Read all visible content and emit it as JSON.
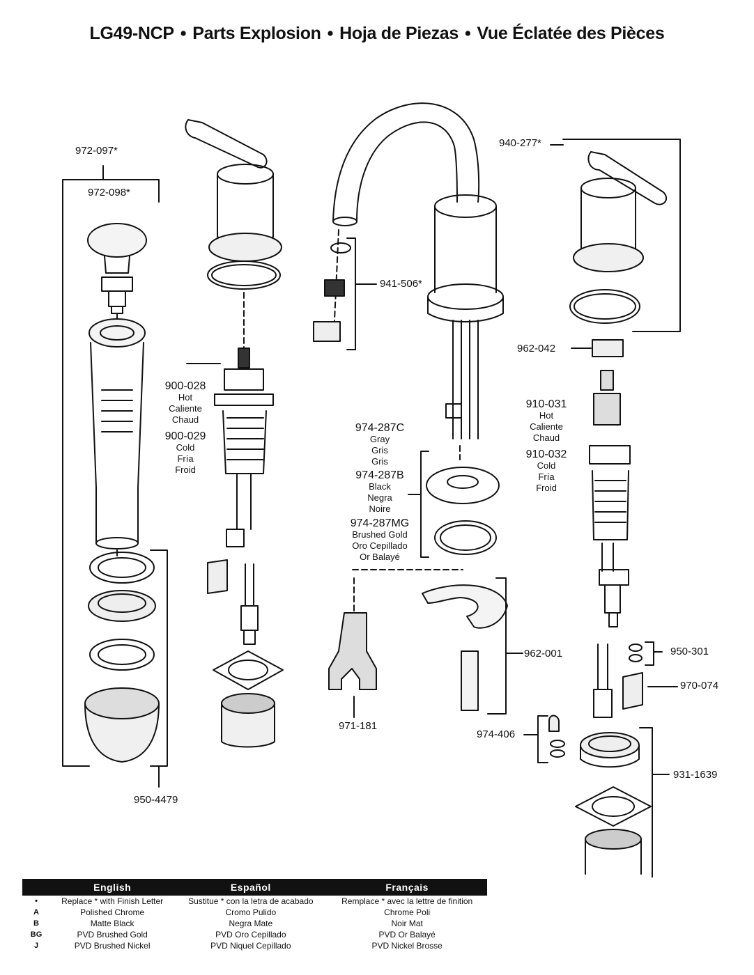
{
  "title": {
    "model": "LG49-NCP",
    "separator": "•",
    "english": "Parts Explosion",
    "spanish": "Hoja de Piezas",
    "french": "Vue Éclatée des Pièces"
  },
  "parts": {
    "p972_097": "972-097*",
    "p972_098": "972-098*",
    "p950_4479": "950-4479",
    "p900_028": {
      "number": "900-028",
      "en": "Hot",
      "es": "Caliente",
      "fr": "Chaud"
    },
    "p900_029": {
      "number": "900-029",
      "en": "Cold",
      "es": "Fría",
      "fr": "Froid"
    },
    "p941_506": "941-506*",
    "p974_287C": {
      "number": "974-287C",
      "en": "Gray",
      "es": "Gris",
      "fr": "Gris"
    },
    "p974_287B": {
      "number": "974-287B",
      "en": "Black",
      "es": "Negra",
      "fr": "Noire"
    },
    "p974_287MG": {
      "number": "974-287MG",
      "en": "Brushed Gold",
      "es": "Oro Cepillado",
      "fr": "Or Balayé"
    },
    "p971_181": "971-181",
    "p962_001": "962-001",
    "p974_406": "974-406",
    "p940_277": "940-277*",
    "p962_042": "962-042",
    "p910_031": {
      "number": "910-031",
      "en": "Hot",
      "es": "Caliente",
      "fr": "Chaud"
    },
    "p910_032": {
      "number": "910-032",
      "en": "Cold",
      "es": "Fría",
      "fr": "Froid"
    },
    "p950_301": "950-301",
    "p970_074": "970-074",
    "p931_1639": "931-1639"
  },
  "legend": {
    "headers": [
      "English",
      "Español",
      "Français"
    ],
    "rows": [
      {
        "code": "•",
        "en": "Replace * with Finish Letter",
        "es": "Sustitue * con la letra de acabado",
        "fr": "Remplace * avec la lettre de finition"
      },
      {
        "code": "A",
        "en": "Polished Chrome",
        "es": "Cromo Pulido",
        "fr": "Chrome Poli"
      },
      {
        "code": "B",
        "en": "Matte Black",
        "es": "Negra Mate",
        "fr": "Noir Mat"
      },
      {
        "code": "BG",
        "en": "PVD Brushed Gold",
        "es": "PVD Oro Cepillado",
        "fr": "PVD Or Balayé"
      },
      {
        "code": "J",
        "en": "PVD Brushed Nickel",
        "es": "PVD Niquel Cepillado",
        "fr": "PVD Nickel Brosse"
      }
    ]
  }
}
